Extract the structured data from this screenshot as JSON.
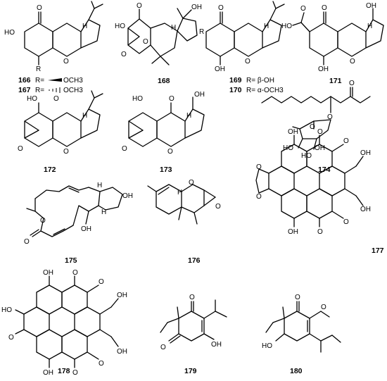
{
  "figure": {
    "compounds": [
      {
        "id": "c166",
        "number": "166"
      },
      {
        "id": "c167",
        "number": "167"
      },
      {
        "id": "c168",
        "number": "168"
      },
      {
        "id": "c169",
        "number": "169"
      },
      {
        "id": "c170",
        "number": "170"
      },
      {
        "id": "c171",
        "number": "171"
      },
      {
        "id": "c172",
        "number": "172"
      },
      {
        "id": "c173",
        "number": "173"
      },
      {
        "id": "c174",
        "number": "174"
      },
      {
        "id": "c175",
        "number": "175"
      },
      {
        "id": "c176",
        "number": "176"
      },
      {
        "id": "c177",
        "number": "177"
      },
      {
        "id": "c178",
        "number": "178"
      },
      {
        "id": "c179",
        "number": "179"
      },
      {
        "id": "c180",
        "number": "180"
      }
    ],
    "substituents": {
      "r166": "R=",
      "r166_val": "OCH3",
      "r167": "R=",
      "r167_val": "OCH3",
      "r169": "R= β-OH",
      "r170": "R= α-OCH3"
    },
    "atoms": {
      "O": "O",
      "OH": "OH",
      "HO": "HO",
      "R": "R",
      "H": "H"
    }
  }
}
